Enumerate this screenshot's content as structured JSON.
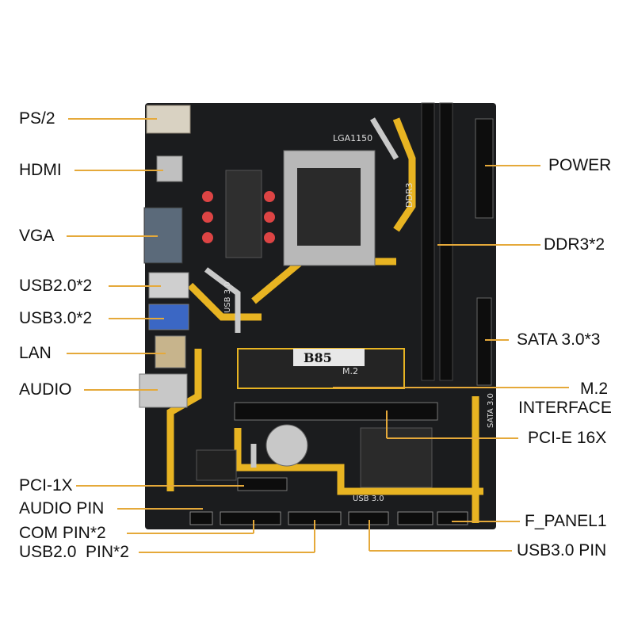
{
  "labels_left": {
    "ps2": "PS/2",
    "hdmi": "HDMI",
    "vga": "VGA",
    "usb20": "USB2.0*2",
    "usb30": "USB3.0*2",
    "lan": "LAN",
    "audio": "AUDIO",
    "pci1x": "PCI-1X",
    "audio_pin": "AUDIO PIN",
    "com_pin": "COM PIN*2",
    "usb20_pin": "USB2.0  PIN*2"
  },
  "labels_right": {
    "power": "POWER",
    "ddr3": "DDR3*2",
    "sata": "SATA 3.0*3",
    "m2_line1": "M.2",
    "m2_line2": "INTERFACE",
    "pcie16": "PCI-E 16X",
    "fpanel": "F_PANEL1",
    "usb30_pin": "USB3.0 PIN"
  },
  "board_text": {
    "socket": "LGA1150",
    "chipset": "B85",
    "m2": "M.2",
    "ddr": "DDR3",
    "usb3_left": "USB 3.0",
    "usb3_bottom": "USB 3.0",
    "sata_vertical": "SATA 3.0"
  },
  "colors": {
    "board": "#1b1c1e",
    "accent": "#e8b422",
    "leader": "#e5a93a",
    "silver": "#c9c9c9"
  }
}
